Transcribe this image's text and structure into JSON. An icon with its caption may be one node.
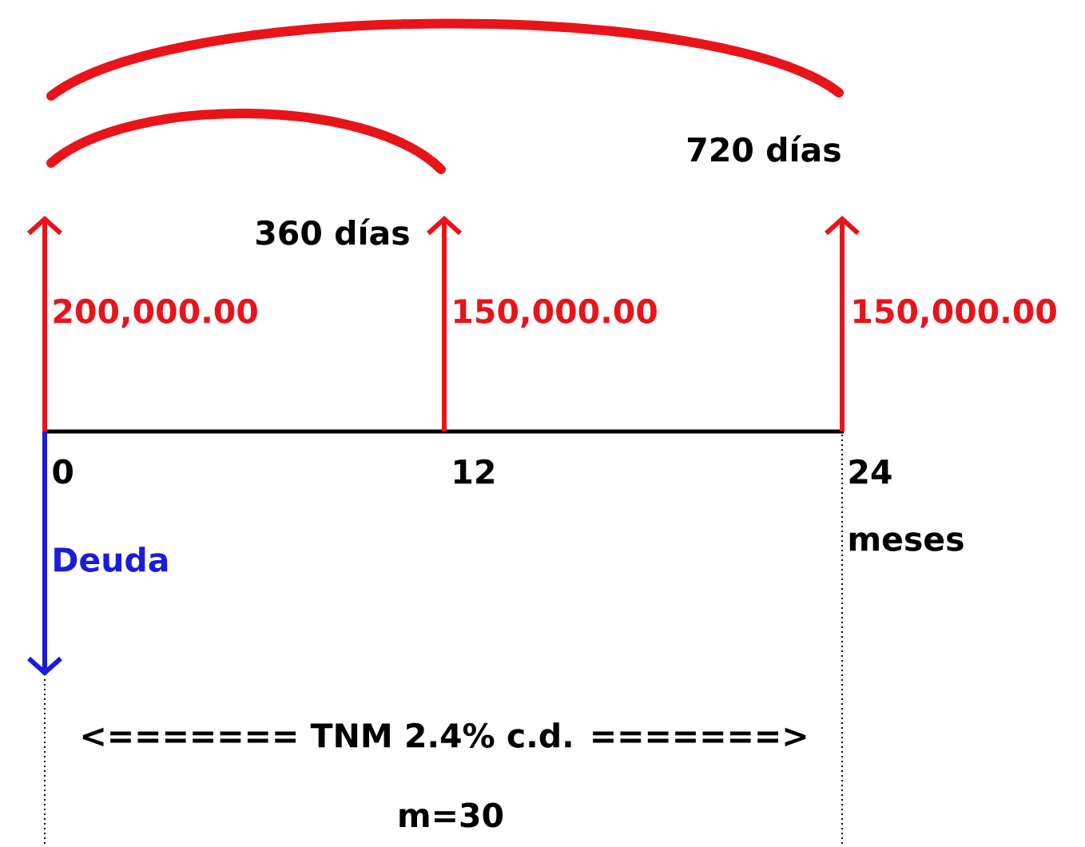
{
  "diagram": {
    "labels": [
      "720 días",
      "360 días",
      "200,000.00",
      "150,000.00",
      "150,000.00",
      "0",
      "12",
      "24",
      "Deuda",
      "meses",
      "<======= TNM 2.4% c.d. =======>",
      "m=30"
    ]
  }
}
